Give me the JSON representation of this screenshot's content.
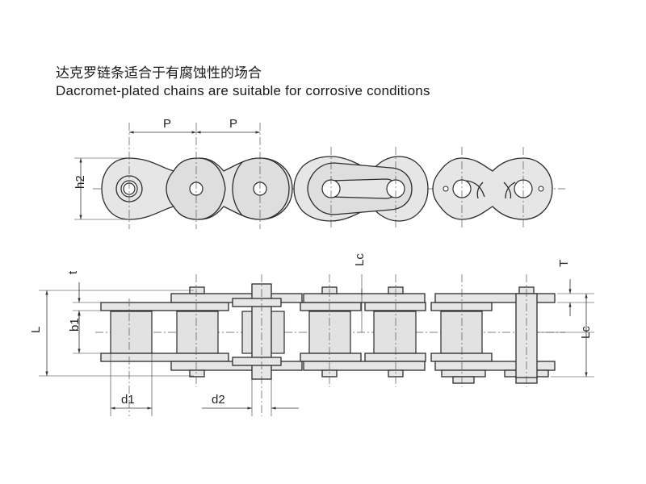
{
  "heading": {
    "chinese": "达克罗链条适合于有腐蚀性的场合",
    "english": "Dacromet-plated chains are suitable for corrosive conditions"
  },
  "labels": {
    "pitch_1": "P",
    "pitch_2": "P",
    "h2": "h2",
    "t": "t",
    "L": "L",
    "b1": "b1",
    "Lc_top": "Lc",
    "T": "T",
    "Lc_right": "Lc",
    "d1": "d1",
    "d2": "d2"
  }
}
